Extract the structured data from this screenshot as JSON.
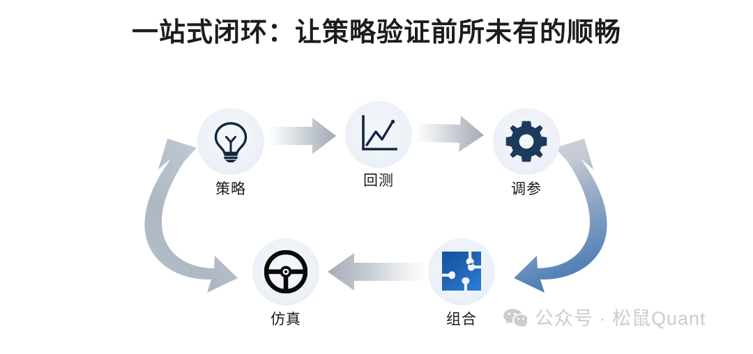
{
  "title": "一站式闭环：让策略验证前所未有的顺畅",
  "colors": {
    "title_text": "#1c1c1c",
    "node_label_text": "#1a1a1a",
    "node_circle_bg": "#eef2f8",
    "icon_navy": "#12263f",
    "icon_gear_navy": "#1b3a5c",
    "icon_puzzle_blue": "#1a5ba8",
    "icon_wheel_black": "#0a0a0a",
    "arrow_gray_light": "#f2f4f7",
    "arrow_gray_dark": "#9aa3ad",
    "arrow_blue": "#4a7ab5",
    "watermark_gray": "#c9ccd1",
    "background": "#ffffff"
  },
  "diagram": {
    "type": "cycle",
    "nodes": [
      {
        "id": "strategy",
        "label": "策略",
        "icon": "lightbulb-icon",
        "position": "top-left"
      },
      {
        "id": "backtest",
        "label": "回测",
        "icon": "line-chart-icon",
        "position": "top-center"
      },
      {
        "id": "tuning",
        "label": "调参",
        "icon": "gear-icon",
        "position": "top-right"
      },
      {
        "id": "portfolio",
        "label": "组合",
        "icon": "puzzle-piece-icon",
        "position": "bottom-right"
      },
      {
        "id": "simulation",
        "label": "仿真",
        "icon": "steering-wheel-icon",
        "position": "bottom-left"
      }
    ],
    "arrows": [
      {
        "id": "strategy-to-backtest",
        "from": "strategy",
        "to": "backtest",
        "shape": "straight",
        "direction": "right",
        "style": "gray-gradient"
      },
      {
        "id": "backtest-to-tuning",
        "from": "backtest",
        "to": "tuning",
        "shape": "straight",
        "direction": "right",
        "style": "gray-gradient"
      },
      {
        "id": "tuning-portfolio-curve",
        "from": "tuning",
        "to": "portfolio",
        "shape": "curved",
        "direction": "bidirectional",
        "style": "blue-gray-gradient",
        "side": "right"
      },
      {
        "id": "portfolio-to-simulation",
        "from": "portfolio",
        "to": "simulation",
        "shape": "straight",
        "direction": "left",
        "style": "gray-gradient"
      },
      {
        "id": "simulation-strategy-curve",
        "from": "simulation",
        "to": "strategy",
        "shape": "curved",
        "direction": "bidirectional",
        "style": "gray-gradient",
        "side": "left"
      }
    ]
  },
  "watermark": {
    "icon": "wechat-icon",
    "text": "公众号 · 松鼠Quant"
  }
}
